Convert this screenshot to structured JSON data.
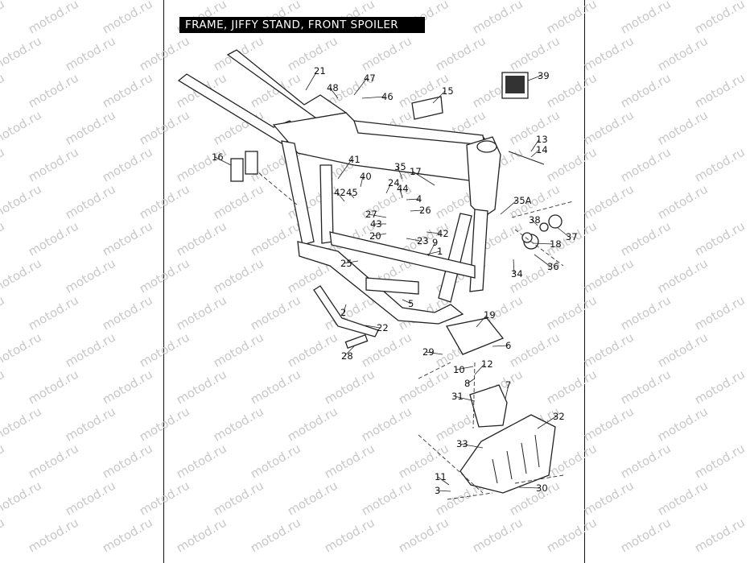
{
  "title": "FRAME, JIFFY STAND, FRONT SPOILER",
  "watermark": "motod.ru",
  "callouts": [
    "21",
    "48",
    "47",
    "46",
    "15",
    "39",
    "16",
    "41",
    "40",
    "42",
    "45",
    "35",
    "17",
    "24",
    "44",
    "4",
    "26",
    "27",
    "43",
    "20",
    "23",
    "9",
    "1",
    "42",
    "25",
    "13",
    "14",
    "35A",
    "38",
    "37",
    "18",
    "36",
    "34",
    "2",
    "5",
    "22",
    "28",
    "19",
    "29",
    "6",
    "10",
    "12",
    "8",
    "7",
    "31",
    "32",
    "33",
    "11",
    "3",
    "30"
  ]
}
